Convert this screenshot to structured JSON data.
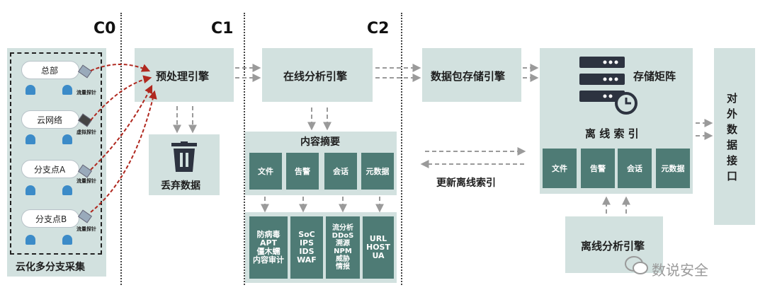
{
  "columns": {
    "c0": "C0",
    "c1": "C1",
    "c2": "C2"
  },
  "collection": {
    "title": "云化多分支采集",
    "sites": [
      {
        "label": "总部",
        "probe": "流量探针"
      },
      {
        "label": "云网络",
        "probe": "虚拟探针"
      },
      {
        "label": "分支点A",
        "probe": "流量探针"
      },
      {
        "label": "分支点B",
        "probe": "流量探针"
      }
    ]
  },
  "preprocess": {
    "title": "预处理引擎"
  },
  "discard": {
    "title": "丢弃数据"
  },
  "online": {
    "title": "在线分析引擎"
  },
  "summary": {
    "title": "内容摘要",
    "items": [
      "文件",
      "告警",
      "会话",
      "元数据"
    ],
    "modules": [
      "防病毒\nAPT\n僵木蠕\n内容审计",
      "SoC\nIPS\nIDS\nWAF",
      "流分析\nDDoS\n溯源\nNPM\n威胁\n情报",
      "URL\nHOST\nUA"
    ]
  },
  "packet_storage": {
    "title": "数据包存储引擎"
  },
  "update_index": "更新离线索引",
  "storage": {
    "matrix_label": "存储矩阵",
    "index_label": "离 线 索 引",
    "items": [
      "文件",
      "告警",
      "会话",
      "元数据"
    ]
  },
  "offline": {
    "title": "离线分析引擎"
  },
  "external": {
    "title": "对外数据接口",
    "chars": [
      "对",
      "外",
      "数",
      "据",
      "接",
      "口"
    ]
  },
  "watermark": "数说安全",
  "colors": {
    "panel": "#d2e1df",
    "module": "#4e7b75",
    "arrow_red": "#b0281f",
    "arrow_gray": "#9a9a9a"
  }
}
